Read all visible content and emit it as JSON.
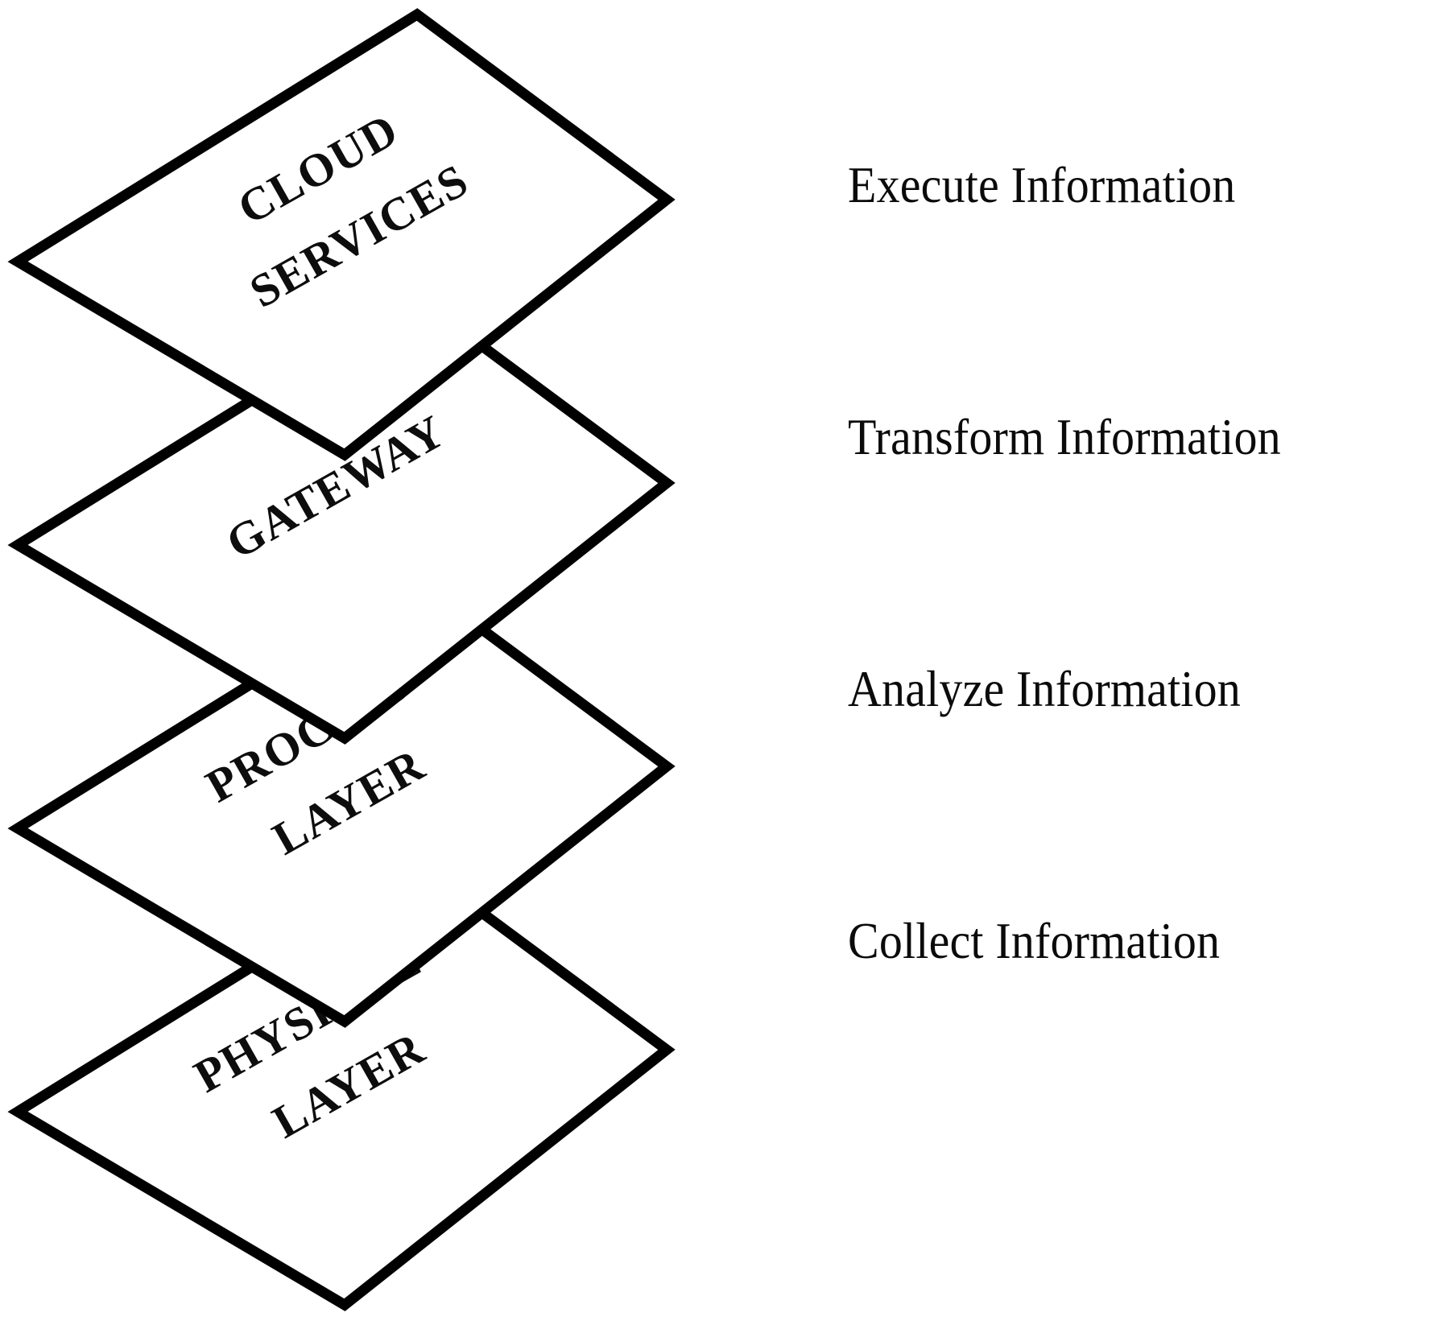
{
  "figure": {
    "type": "layered-stack-diagram",
    "background_color": "#ffffff",
    "stroke_color": "#000000",
    "text_color": "#0d0d0d"
  },
  "layers": [
    {
      "id": "cloud-services",
      "title_line1": "CLOUD",
      "title_line2": "SERVICES",
      "label": "Execute Information"
    },
    {
      "id": "gateway",
      "title_line1": "GATEWAY",
      "title_line2": "",
      "label": "Transform Information"
    },
    {
      "id": "process-layer",
      "title_line1": "PROCESS",
      "title_line2": "LAYER",
      "label": "Analyze Information"
    },
    {
      "id": "physical-layer",
      "title_line1": "PHYSICAL",
      "title_line2": "LAYER",
      "label": "Collect Information"
    }
  ]
}
